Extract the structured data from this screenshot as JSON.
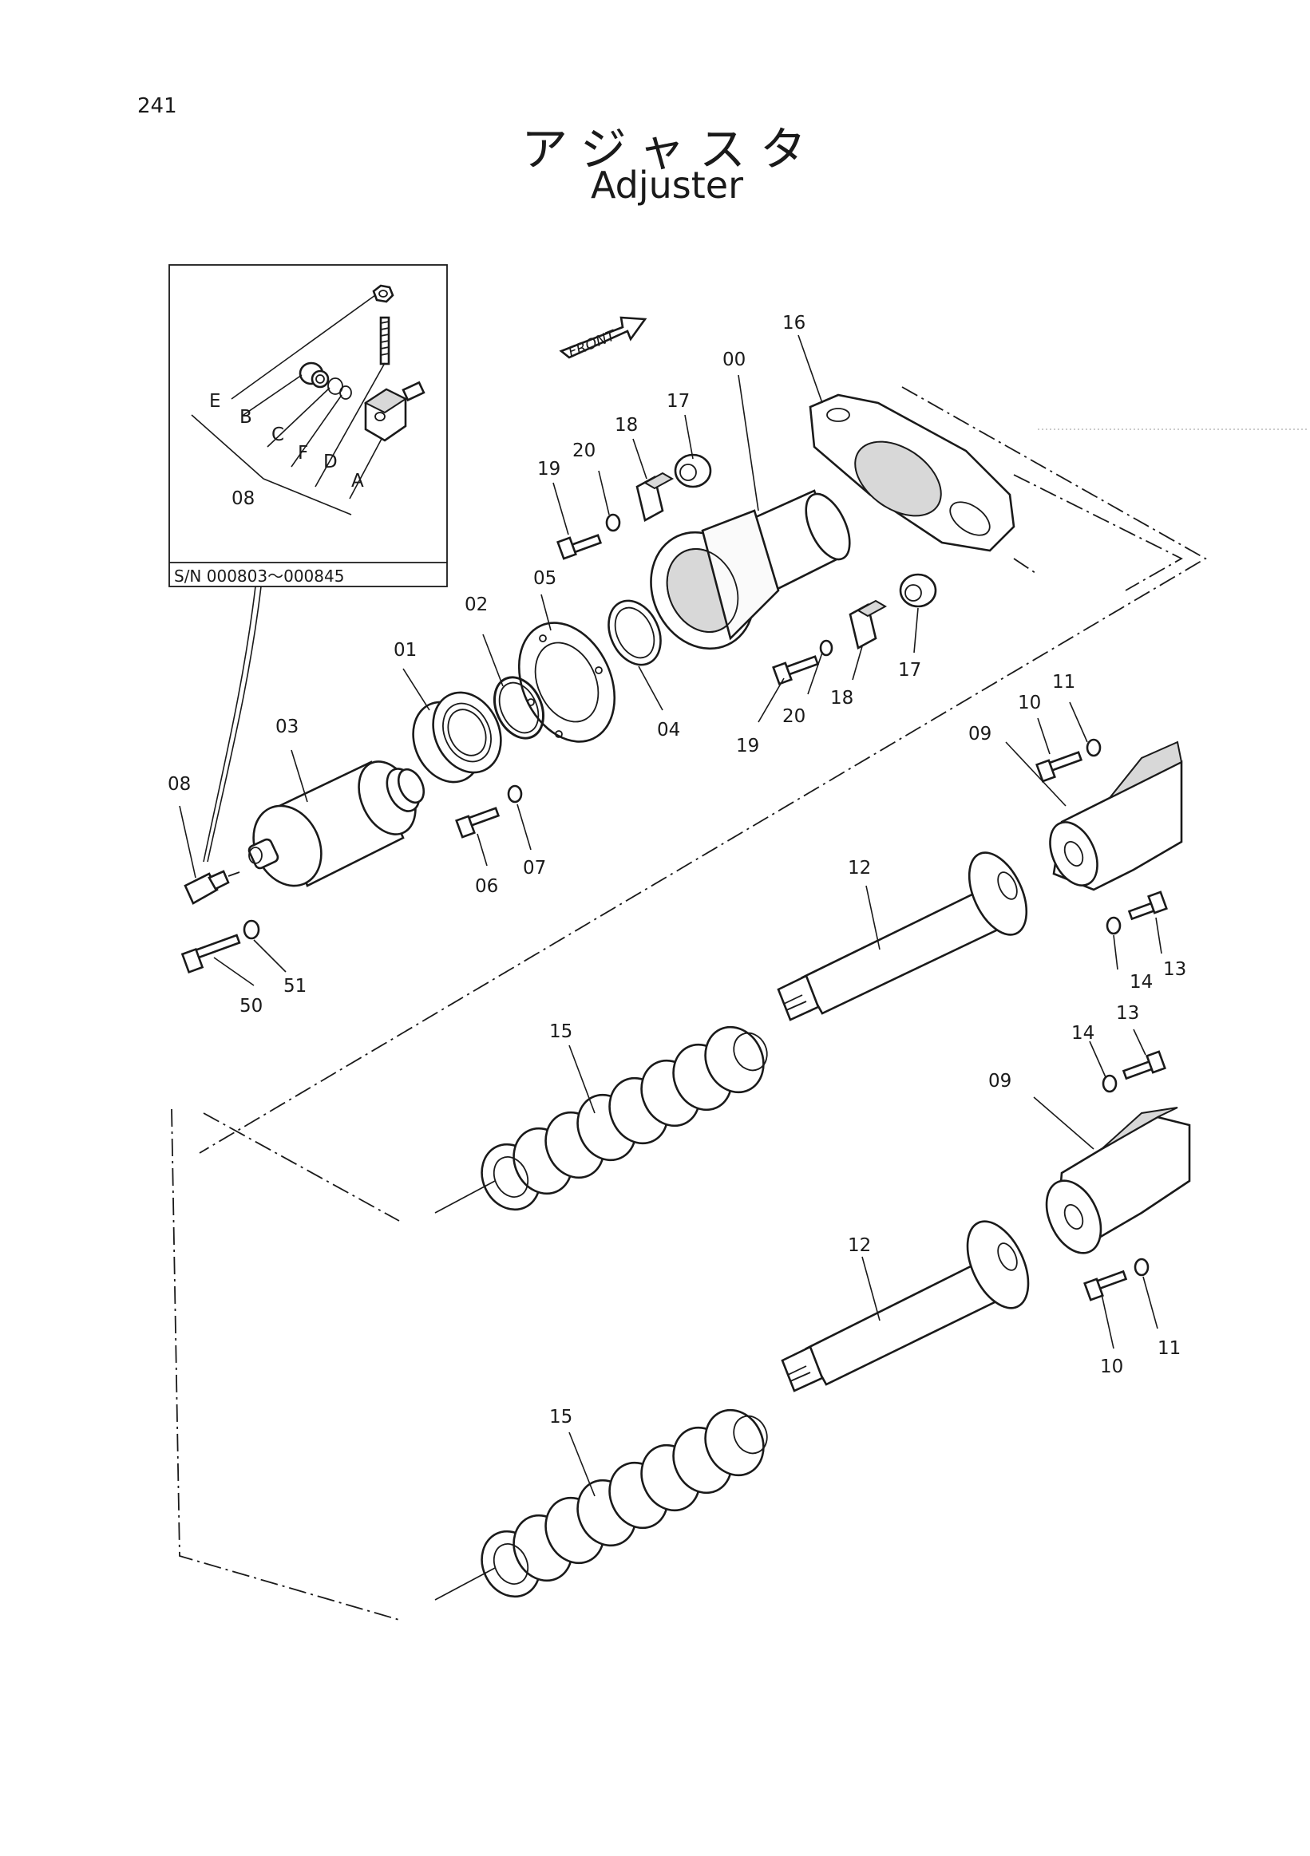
{
  "page": {
    "number": "241"
  },
  "title": {
    "japanese": "アジャスタ",
    "english": "Adjuster"
  },
  "front_marker": "FRONT",
  "inset": {
    "serial_range": "S/N 000803～000845",
    "labels": [
      "E",
      "B",
      "C",
      "F",
      "D",
      "A",
      "08"
    ]
  },
  "callouts": {
    "p00": "00",
    "p16": "16",
    "p17a": "17",
    "p18a": "18",
    "p19a": "19",
    "p20a": "20",
    "p05": "05",
    "p02": "02",
    "p01": "01",
    "p03": "03",
    "p08": "08",
    "p04": "04",
    "p20b": "20",
    "p19b": "19",
    "p18b": "18",
    "p17b": "17",
    "p06": "06",
    "p07": "07",
    "p50": "50",
    "p51": "51",
    "p10a": "10",
    "p11a": "11",
    "p09a": "09",
    "p12a": "12",
    "p13a": "13",
    "p14a": "14",
    "p15a": "15",
    "p13b": "13",
    "p14b": "14",
    "p09b": "09",
    "p12b": "12",
    "p10b": "10",
    "p11b": "11",
    "p15b": "15"
  }
}
